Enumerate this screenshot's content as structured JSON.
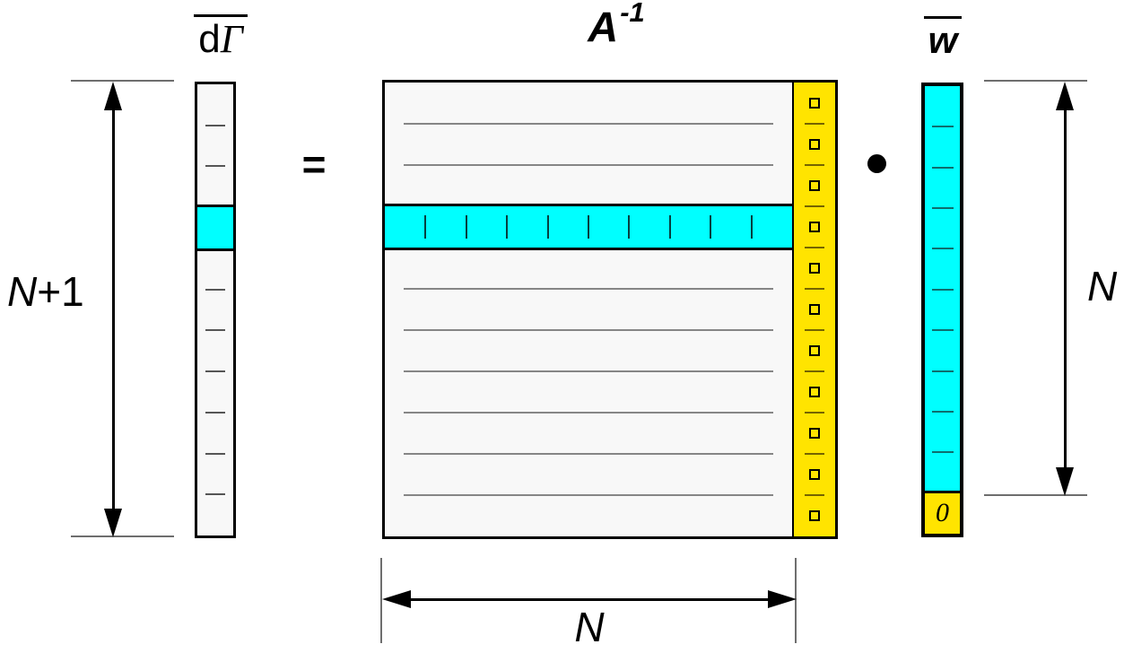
{
  "labels": {
    "dgamma": {
      "d": "d",
      "gamma": "Γ"
    },
    "a_inverse": {
      "base": "A",
      "sup": "-1"
    },
    "w_bar": "w",
    "equals": "=",
    "zero": "0",
    "dim_left": {
      "var": "N",
      "suffix": "+1"
    },
    "dim_right": {
      "var": "N",
      "suffix": ""
    },
    "dim_bottom": {
      "var": "N",
      "suffix": ""
    }
  },
  "operators": {
    "dot": "•"
  },
  "structure": {
    "left_vector": {
      "cells": 11,
      "highlight_index": 3
    },
    "matrix": {
      "rows": 11,
      "cols": 10,
      "highlight_row_index": 3,
      "extra_column_cells": 11
    },
    "right_vector": {
      "cyan_cells": 10,
      "zero_cell": true
    }
  },
  "colors": {
    "highlight_cyan": "#00ffff",
    "accent_yellow": "#ffe400",
    "panel_bg": "#f8f8f8",
    "row_line_gray": "#868686",
    "vector_dash_gray": "#565656",
    "matrix_tick_teal": "#063f3f",
    "right_dash_teal": "#0e6e6e",
    "yellow_dash_olive": "#756400",
    "ink": "#000000"
  }
}
